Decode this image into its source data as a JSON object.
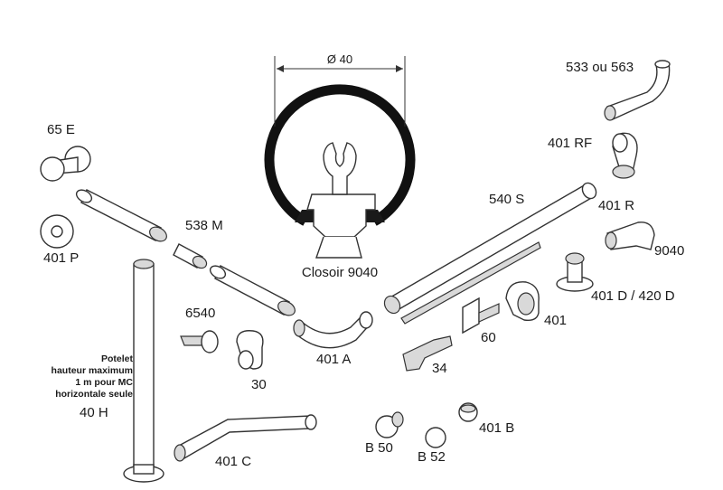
{
  "dimension": {
    "label": "Ø 40"
  },
  "profile": {
    "label": "Closoir 9040"
  },
  "parts": {
    "p533": "533 ou 563",
    "p401rf": "401 RF",
    "p401r": "401 R",
    "p9040": "9040",
    "p401d": "401 D / 420 D",
    "p401": "401",
    "p60": "60",
    "p34": "34",
    "p540s": "540 S",
    "p65e": "65 E",
    "p401p": "401 P",
    "p538m": "538 M",
    "p6540": "6540",
    "p30": "30",
    "p401a": "401 A",
    "p40h": "40 H",
    "p401c": "401 C",
    "pb50": "B 50",
    "pb52": "B 52",
    "p401b": "401 B"
  },
  "post_note": {
    "line1": "Potelet",
    "line2": "hauteur maximum",
    "line3": "1 m pour MC",
    "line4": "horizontale seule"
  }
}
